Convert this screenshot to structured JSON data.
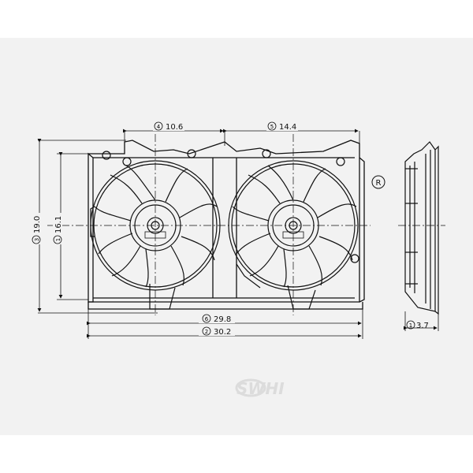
{
  "diagram": {
    "dimensions": [
      {
        "id": "4",
        "label": "10.6"
      },
      {
        "id": "5",
        "label": "14.4"
      },
      {
        "id": "3",
        "label": "19.0"
      },
      {
        "id": "1",
        "label": "16.1"
      },
      {
        "id": "6",
        "label": "29.8"
      },
      {
        "id": "2",
        "label": "30.2"
      },
      {
        "id": "1b",
        "label": "3.7"
      }
    ],
    "registered_mark": "R",
    "watermark": "SWHI",
    "colors": {
      "line": "#111111",
      "panel": "#f2f2f2",
      "background": "#ffffff",
      "watermark": "#dcdcdc"
    }
  }
}
